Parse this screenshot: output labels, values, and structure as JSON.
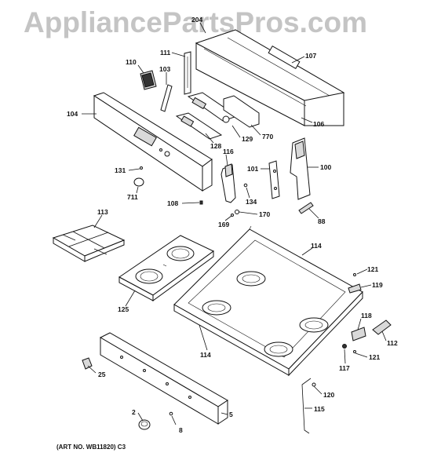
{
  "watermark": "AppliancePartsPros.com",
  "art_number": "(ART NO. WB11820) C3",
  "labels": {
    "l204": "204",
    "l107": "107",
    "l111": "111",
    "l110": "110",
    "l103": "103",
    "l104": "104",
    "l106": "106",
    "l129": "129",
    "l770": "770",
    "l128": "128",
    "l116": "116",
    "l131": "131",
    "l711": "711",
    "l101": "101",
    "l100": "100",
    "l134": "134",
    "l108": "108",
    "l170": "170",
    "l169": "169",
    "l88": "88",
    "l113": "113",
    "l114a": "114",
    "l121a": "121",
    "l119": "119",
    "l125": "125",
    "l118": "118",
    "l112": "112",
    "l114b": "114",
    "l121b": "121",
    "l117": "117",
    "l25": "25",
    "l120": "120",
    "l115": "115",
    "l2": "2",
    "l5": "5",
    "l8": "8"
  }
}
